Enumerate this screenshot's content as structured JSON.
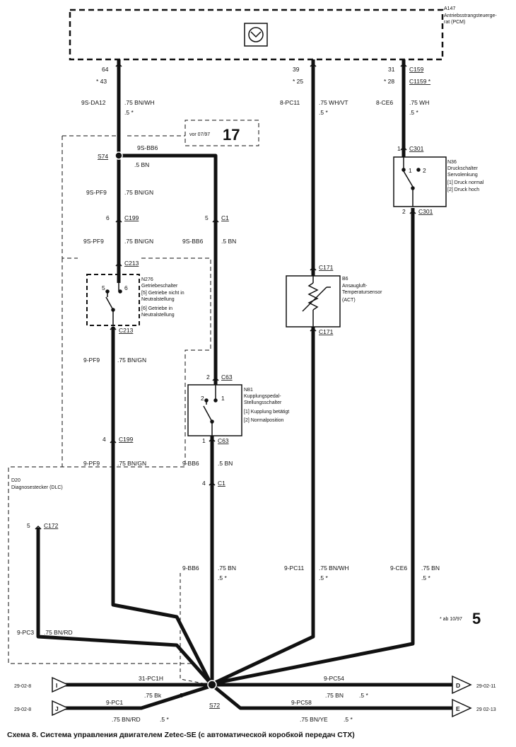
{
  "ecu": {
    "id": "A147",
    "name1": "Antriebsstrangsteuerge-",
    "name2": "rat (PCM)"
  },
  "badge17": {
    "prefix": "vor 07/97",
    "num": "17"
  },
  "badge5": {
    "prefix": "* ab 10/97",
    "num": "5"
  },
  "w1": {
    "pin_top": "64",
    "pin_alt": "* 43",
    "code": "9S-DA12",
    "size": ".75  BN/WH",
    "alt": ".5 *"
  },
  "w2": {
    "pin_top": "39",
    "pin_alt": "* 25",
    "code": "8-PC11",
    "size": ".75  WH/VT",
    "alt": ".5 *"
  },
  "w3": {
    "pin_top": "31",
    "pin_alt": "* 28",
    "conn": "C159",
    "conn_alt": "C1159 *",
    "code": "8-CE6",
    "size": ".75  WH",
    "alt": ".5 *"
  },
  "s74": {
    "label": "S74",
    "code": "9S-BB6",
    "size": ".5  BN"
  },
  "pf9a": {
    "code": "9S-PF9",
    "size": ".75  BN/GN"
  },
  "c199a": {
    "pin": "6",
    "conn": "C199"
  },
  "pf9b": {
    "code": "9S-PF9",
    "size": ".75  BN/GN"
  },
  "c1a": {
    "pin": "5",
    "conn": "C1"
  },
  "bb6a": {
    "code": "9S-BB6",
    "size": ".5  BN"
  },
  "n276": {
    "conn_top": "C213",
    "conn_bot": "C213",
    "pin5": "5",
    "pin6": "6",
    "name": "N276",
    "l1": "Getriebeschalter",
    "l2": "[5] Getriebe nicht in",
    "l3": "Neutralstellung",
    "l4": "[6] Getriebe in",
    "l5": "Neutralstellung"
  },
  "pf9c": {
    "code": "9-PF9",
    "size": ".75  BN/GN"
  },
  "c199b": {
    "pin": "4",
    "conn": "C199"
  },
  "pf9d": {
    "code": "9-PF9",
    "size": ".75  BN/GN"
  },
  "n81": {
    "pin_top": "2",
    "conn_top": "C63",
    "p2": "2",
    "p1": "1",
    "name": "N81",
    "l1": "Kupplungspedal-",
    "l2": "Stellungsschalter",
    "l3": "[1] Kupplung betätigt",
    "l4": "[2] Normalposition",
    "pin_bot": "1",
    "conn_bot": "C63"
  },
  "bb6b": {
    "code": "9-BB6",
    "size": ".5  BN"
  },
  "c1b": {
    "pin": "4",
    "conn": "C1"
  },
  "bb6c": {
    "code": "9-BB6",
    "size": ".75  BN",
    "alt": ".5 *"
  },
  "b6": {
    "conn_top": "C171",
    "conn_bot": "C171",
    "name": "B6",
    "l1": "Ansaugluft-",
    "l2": "Temperatursensor",
    "l3": "(ACT)"
  },
  "pc11": {
    "code": "9-PC11",
    "size": ".75  BN/WH",
    "alt": ".5 *"
  },
  "n36": {
    "pin_top": "1",
    "conn_top": "C301",
    "p1": "1",
    "p2": "2",
    "name": "N36",
    "l1": "Druckschalter",
    "l2": "Servolenkung",
    "l3": "[1] Druck normal",
    "l4": "[2] Druck hoch",
    "pin_bot": "2",
    "conn_bot": "C301"
  },
  "ce6": {
    "code": "9-CE6",
    "size": ".75  BN",
    "alt": ".5 *"
  },
  "d20": {
    "id": "D20",
    "name": "Diagnosestecker (DLC)",
    "pin": "5",
    "conn": "C172"
  },
  "pc3": {
    "code": "9-PC3",
    "size": ".75  BN/RD"
  },
  "s72": {
    "label": "S72"
  },
  "refI": {
    "page": "29-02-8",
    "letter": "I"
  },
  "refJ": {
    "page": "29-02-8",
    "letter": "J"
  },
  "refD": {
    "page": "29-02-11",
    "letter": "D"
  },
  "refE": {
    "page": "29 02-13",
    "letter": "E"
  },
  "pc1h": {
    "code": "31-PC1H",
    "size": ".75 Bk",
    "alt": ".5 *"
  },
  "pc1": {
    "code": "9-PC1",
    "size": ".75 BN/RD",
    "alt": ".5 *"
  },
  "pc54": {
    "code": "9-PC54",
    "size": ".75 BN",
    "alt": ".5 *"
  },
  "pc58": {
    "code": "9-PC58",
    "size": ".75 BN/YE",
    "alt": ".5 *"
  },
  "caption": "Схема 8. Система управления двигателем Zetec-SE (с автоматической коробкой передач CTX)"
}
